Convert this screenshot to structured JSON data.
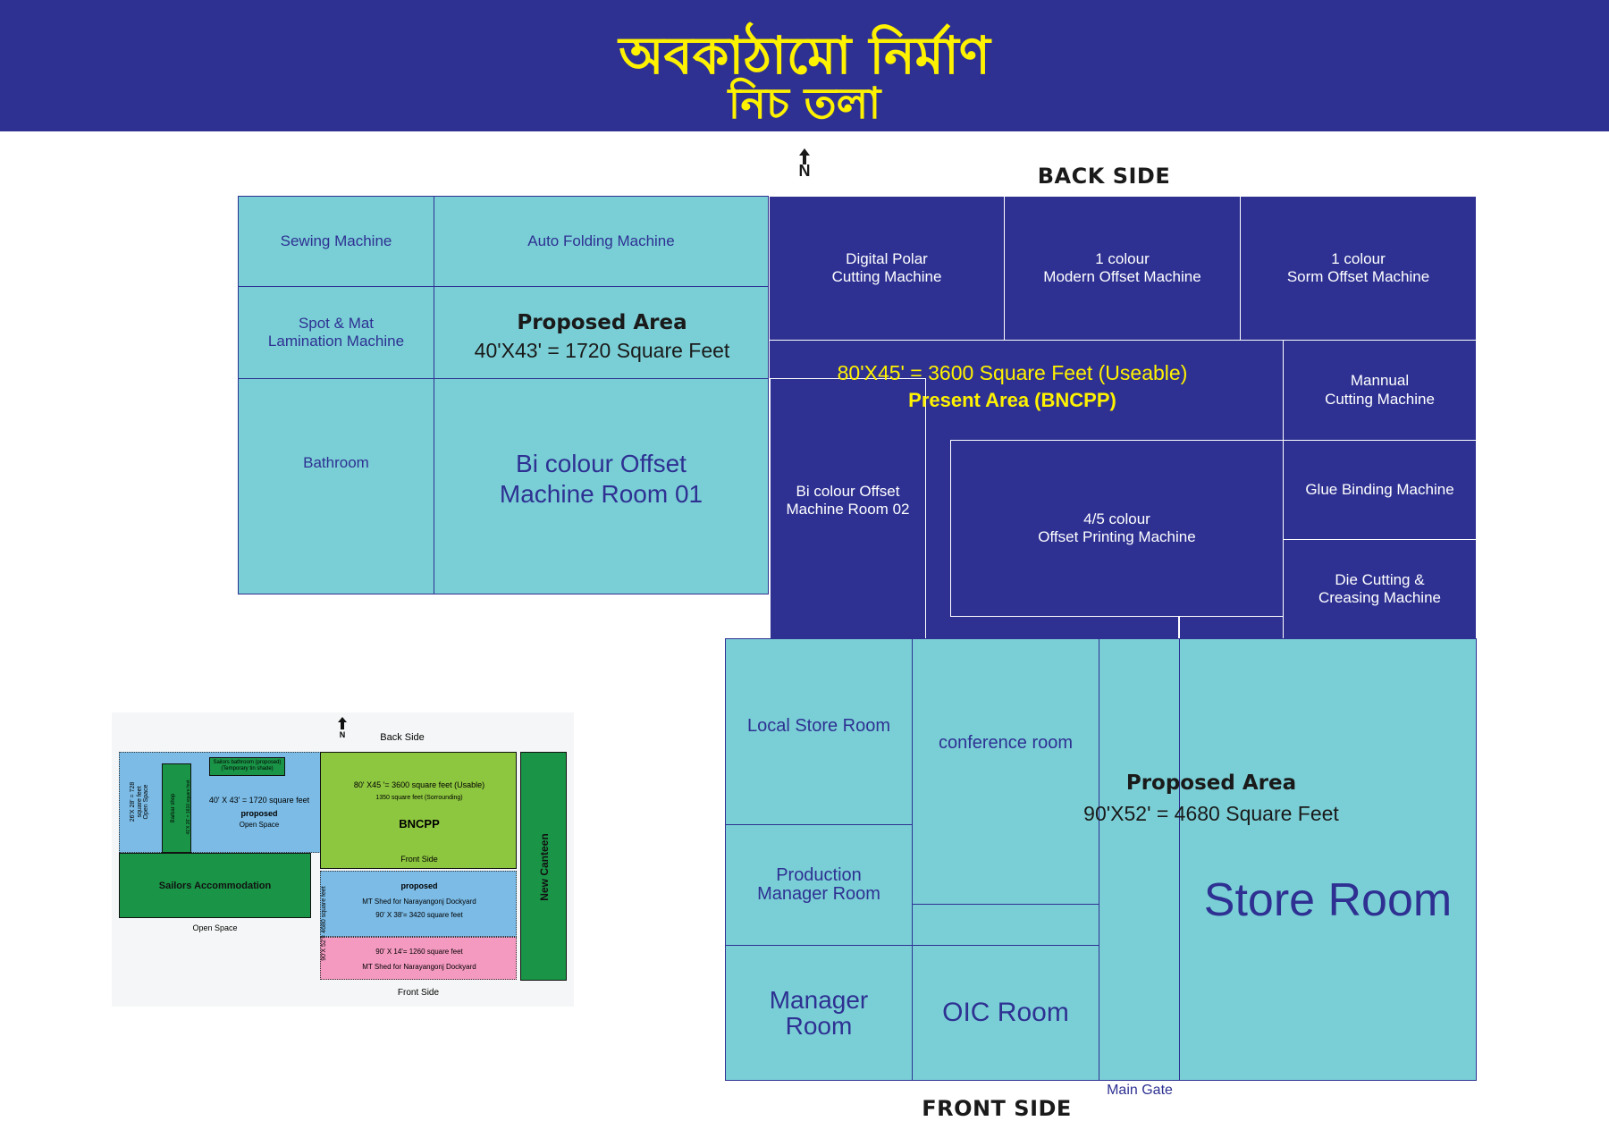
{
  "header": {
    "title": "অবকাঠামো নির্মাণ",
    "subtitle": "নিচ তলা",
    "bg_color": "#2e3192",
    "title_color": "#fff200"
  },
  "labels": {
    "north": "N",
    "back_side": "BACK SIDE",
    "front_side": "FRONT SIDE",
    "main_gate": "Main Gate"
  },
  "rooms": {
    "sewing": "Sewing Machine",
    "auto_folding": "Auto Folding Machine",
    "spot_mat": "Spot & Mat\nLamination Machine",
    "proposed_left_title": "Proposed Area",
    "proposed_left_size": "40'X43' = 1720 Square Feet",
    "bathroom": "Bathroom",
    "bicolour_01": "Bi colour Offset\nMachine Room 01",
    "digital_polar": "Digital Polar\nCutting Machine",
    "modern_offset": "1 colour\nModern Offset Machine",
    "sorm_offset": "1 colour\nSorm Offset Machine",
    "present_size": "80'X45' = 3600 Square Feet (Useable)",
    "present_title": "Present Area (BNCPP)",
    "mannual_cutting": "Mannual\nCutting Machine",
    "glue_binding": "Glue Binding Machine",
    "die_cutting": "Die Cutting &\nCreasing Machine",
    "bicolour_02": "Bi colour Offset\nMachine Room 02",
    "four_five_colour": "4/5 colour\nOffset Printing Machine",
    "local_store": "Local Store Room",
    "conference": "conference room",
    "production_manager": "Production\nManager Room",
    "manager": "Manager\nRoom",
    "oic": "OIC Room",
    "proposed_bottom_title": "Proposed Area",
    "proposed_bottom_size": "90'X52' = 4680 Square Feet",
    "store_room": "Store Room"
  },
  "colors": {
    "light": "#7acfd6",
    "dark": "#2e3192",
    "highlight": "#fff200"
  },
  "inset": {
    "north": "N",
    "back_side": "Back Side",
    "front_side_top": "Front Side",
    "front_side_bottom": "Front Side",
    "open_space_bottom": "Open Space",
    "left_dim": "26'X 28' = 728 square feet",
    "left_open": "Open Space",
    "barbar": "Barbar shop",
    "barbar_dim": "41'X 26' = 1610 square feet",
    "sailors_bathroom": "Sailors bathroom (proposed)\n(Temporary tin shade)",
    "proposed_dim": "40' X 43' = 1720 square feet",
    "proposed": "proposed",
    "proposed_open": "Open Space",
    "bncpp_dim1": "80' X45 '= 3600 square feet (Usable)",
    "bncpp_dim2": "1350 square feet (Sorrounding)",
    "bncpp": "BNCPP",
    "sailors_accommodation": "Sailors Accommodation",
    "mt_proposed": "proposed",
    "mt_shed1": "MT Shed for Narayangonj Dockyard",
    "mt_dim1": "90' X 38'= 3420 square feet",
    "mt_side_dim": "90'X 52'= 4680 square feet",
    "mt_dim2": "90' X 14'= 1260 square feet",
    "mt_shed2": "MT Shed for Narayangonj Dockyard",
    "new_canteen": "New Canteen"
  }
}
